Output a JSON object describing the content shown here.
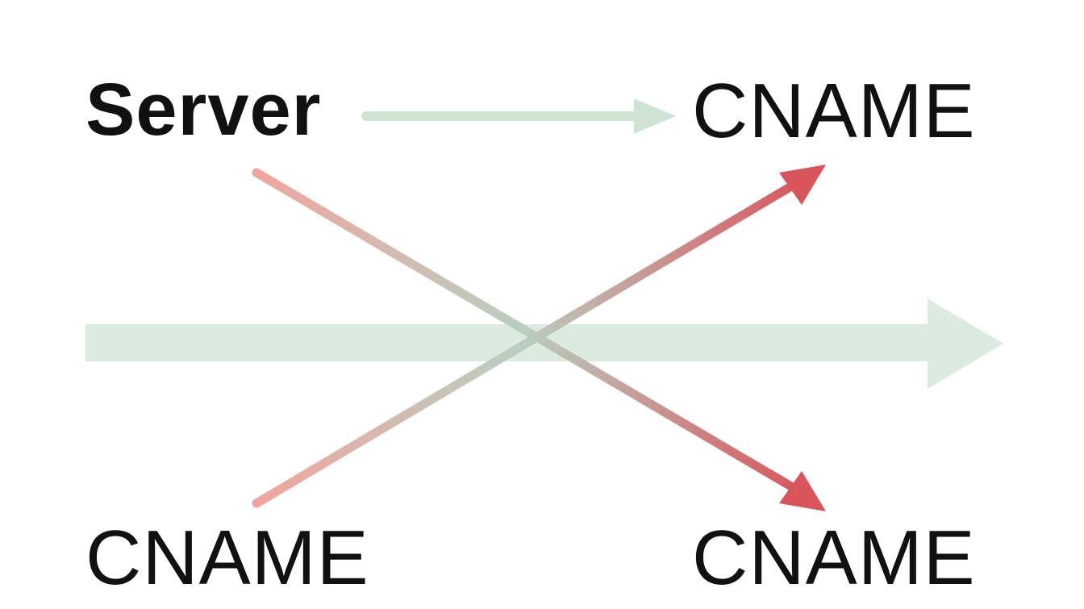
{
  "nodes": {
    "top_left": "Server",
    "top_right": "CNAME",
    "bottom_left": "CNAME",
    "bottom_right": "CNAME"
  },
  "colors": {
    "background": "#ffffff",
    "text": "#111111",
    "light_green": "#cfe4d4",
    "light_red": "#f0a59e",
    "red": "#d9555c"
  },
  "arrows": [
    {
      "from": "top_left",
      "to": "top_right",
      "color": "light_green"
    },
    {
      "from": "top_left",
      "to": "bottom_right",
      "color": "red"
    },
    {
      "from": "bottom_left",
      "to": "top_right",
      "color": "red"
    }
  ]
}
